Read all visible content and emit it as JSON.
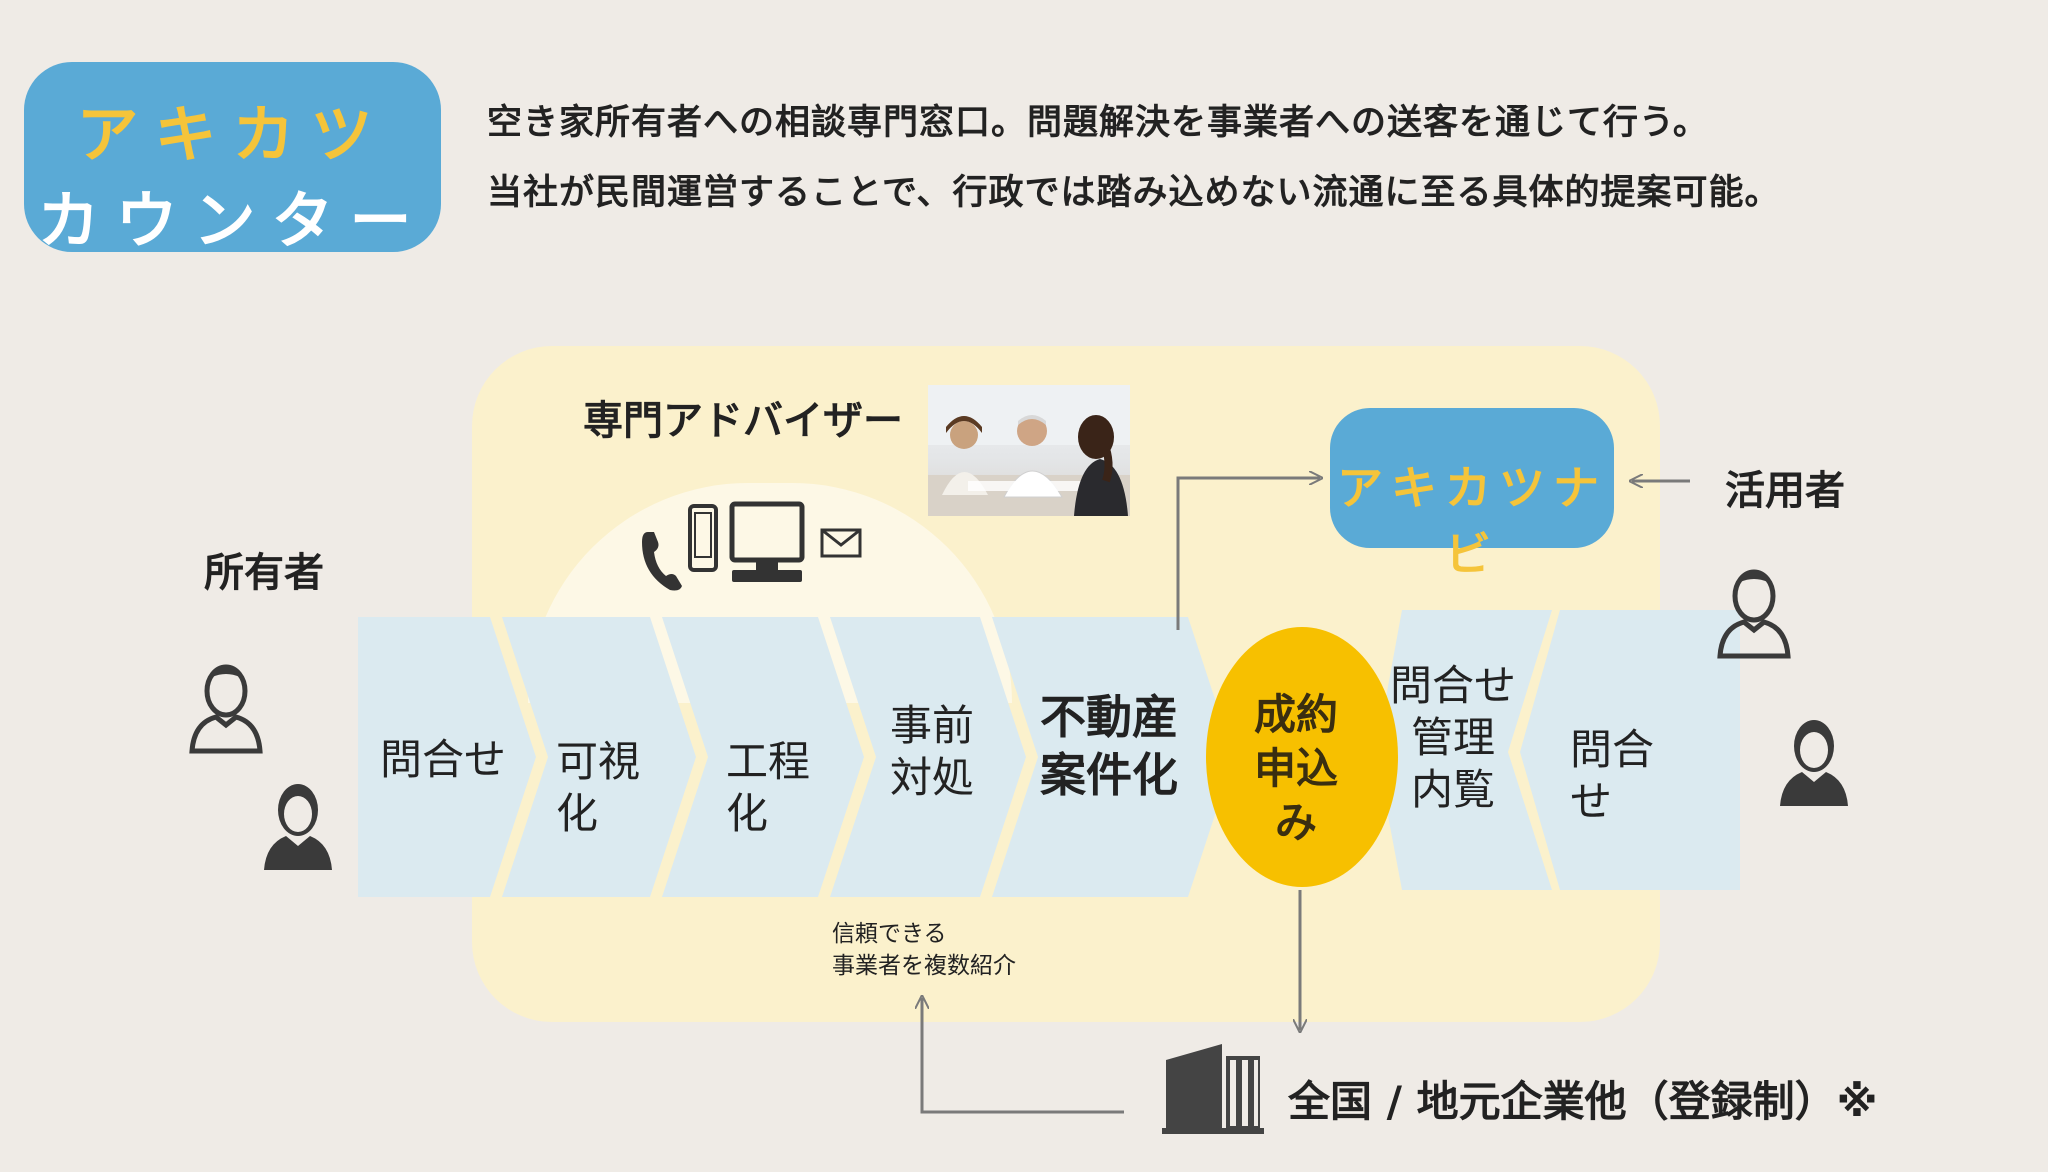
{
  "logo": {
    "line1": "アキカツ",
    "line2": "カウンター"
  },
  "description": {
    "line1": "空き家所有者への相談専門窓口。問題解決を事業者への送客を通じて行う。",
    "line2": "当社が民間運営することで、行政では踏み込めない流通に至る具体的提案可能。"
  },
  "advisor_label": "専門アドバイザー",
  "owner_label": "所有者",
  "user_label": "活用者",
  "navi_label": "アキカツナビ",
  "steps": {
    "s1": "問合せ",
    "s2": [
      "可視",
      "化"
    ],
    "s3": [
      "工程",
      "化"
    ],
    "s4": [
      "事前",
      "対処"
    ],
    "s5": [
      "不動産",
      "案件化"
    ],
    "contract": [
      "成約",
      "申込",
      "み"
    ],
    "s7": [
      "問合せ",
      "管理",
      "内覧"
    ],
    "s8": [
      "問合",
      "せ"
    ]
  },
  "note": [
    "信頼できる",
    "事業者を複数紹介"
  ],
  "bottom_label": "全国 / 地元企業他（登録制）※",
  "icons": [
    "phone-icon",
    "smartphone-icon",
    "computer-icon",
    "mail-icon",
    "person-icon",
    "building-icon"
  ],
  "colors": {
    "background": "#efebe6",
    "brand_blue": "#5aaad6",
    "brand_yellow": "#f5c43a",
    "advisor_area": "#fbf1cc",
    "step_fill": "#dbeaf0",
    "contract_oval": "#f7c000"
  }
}
